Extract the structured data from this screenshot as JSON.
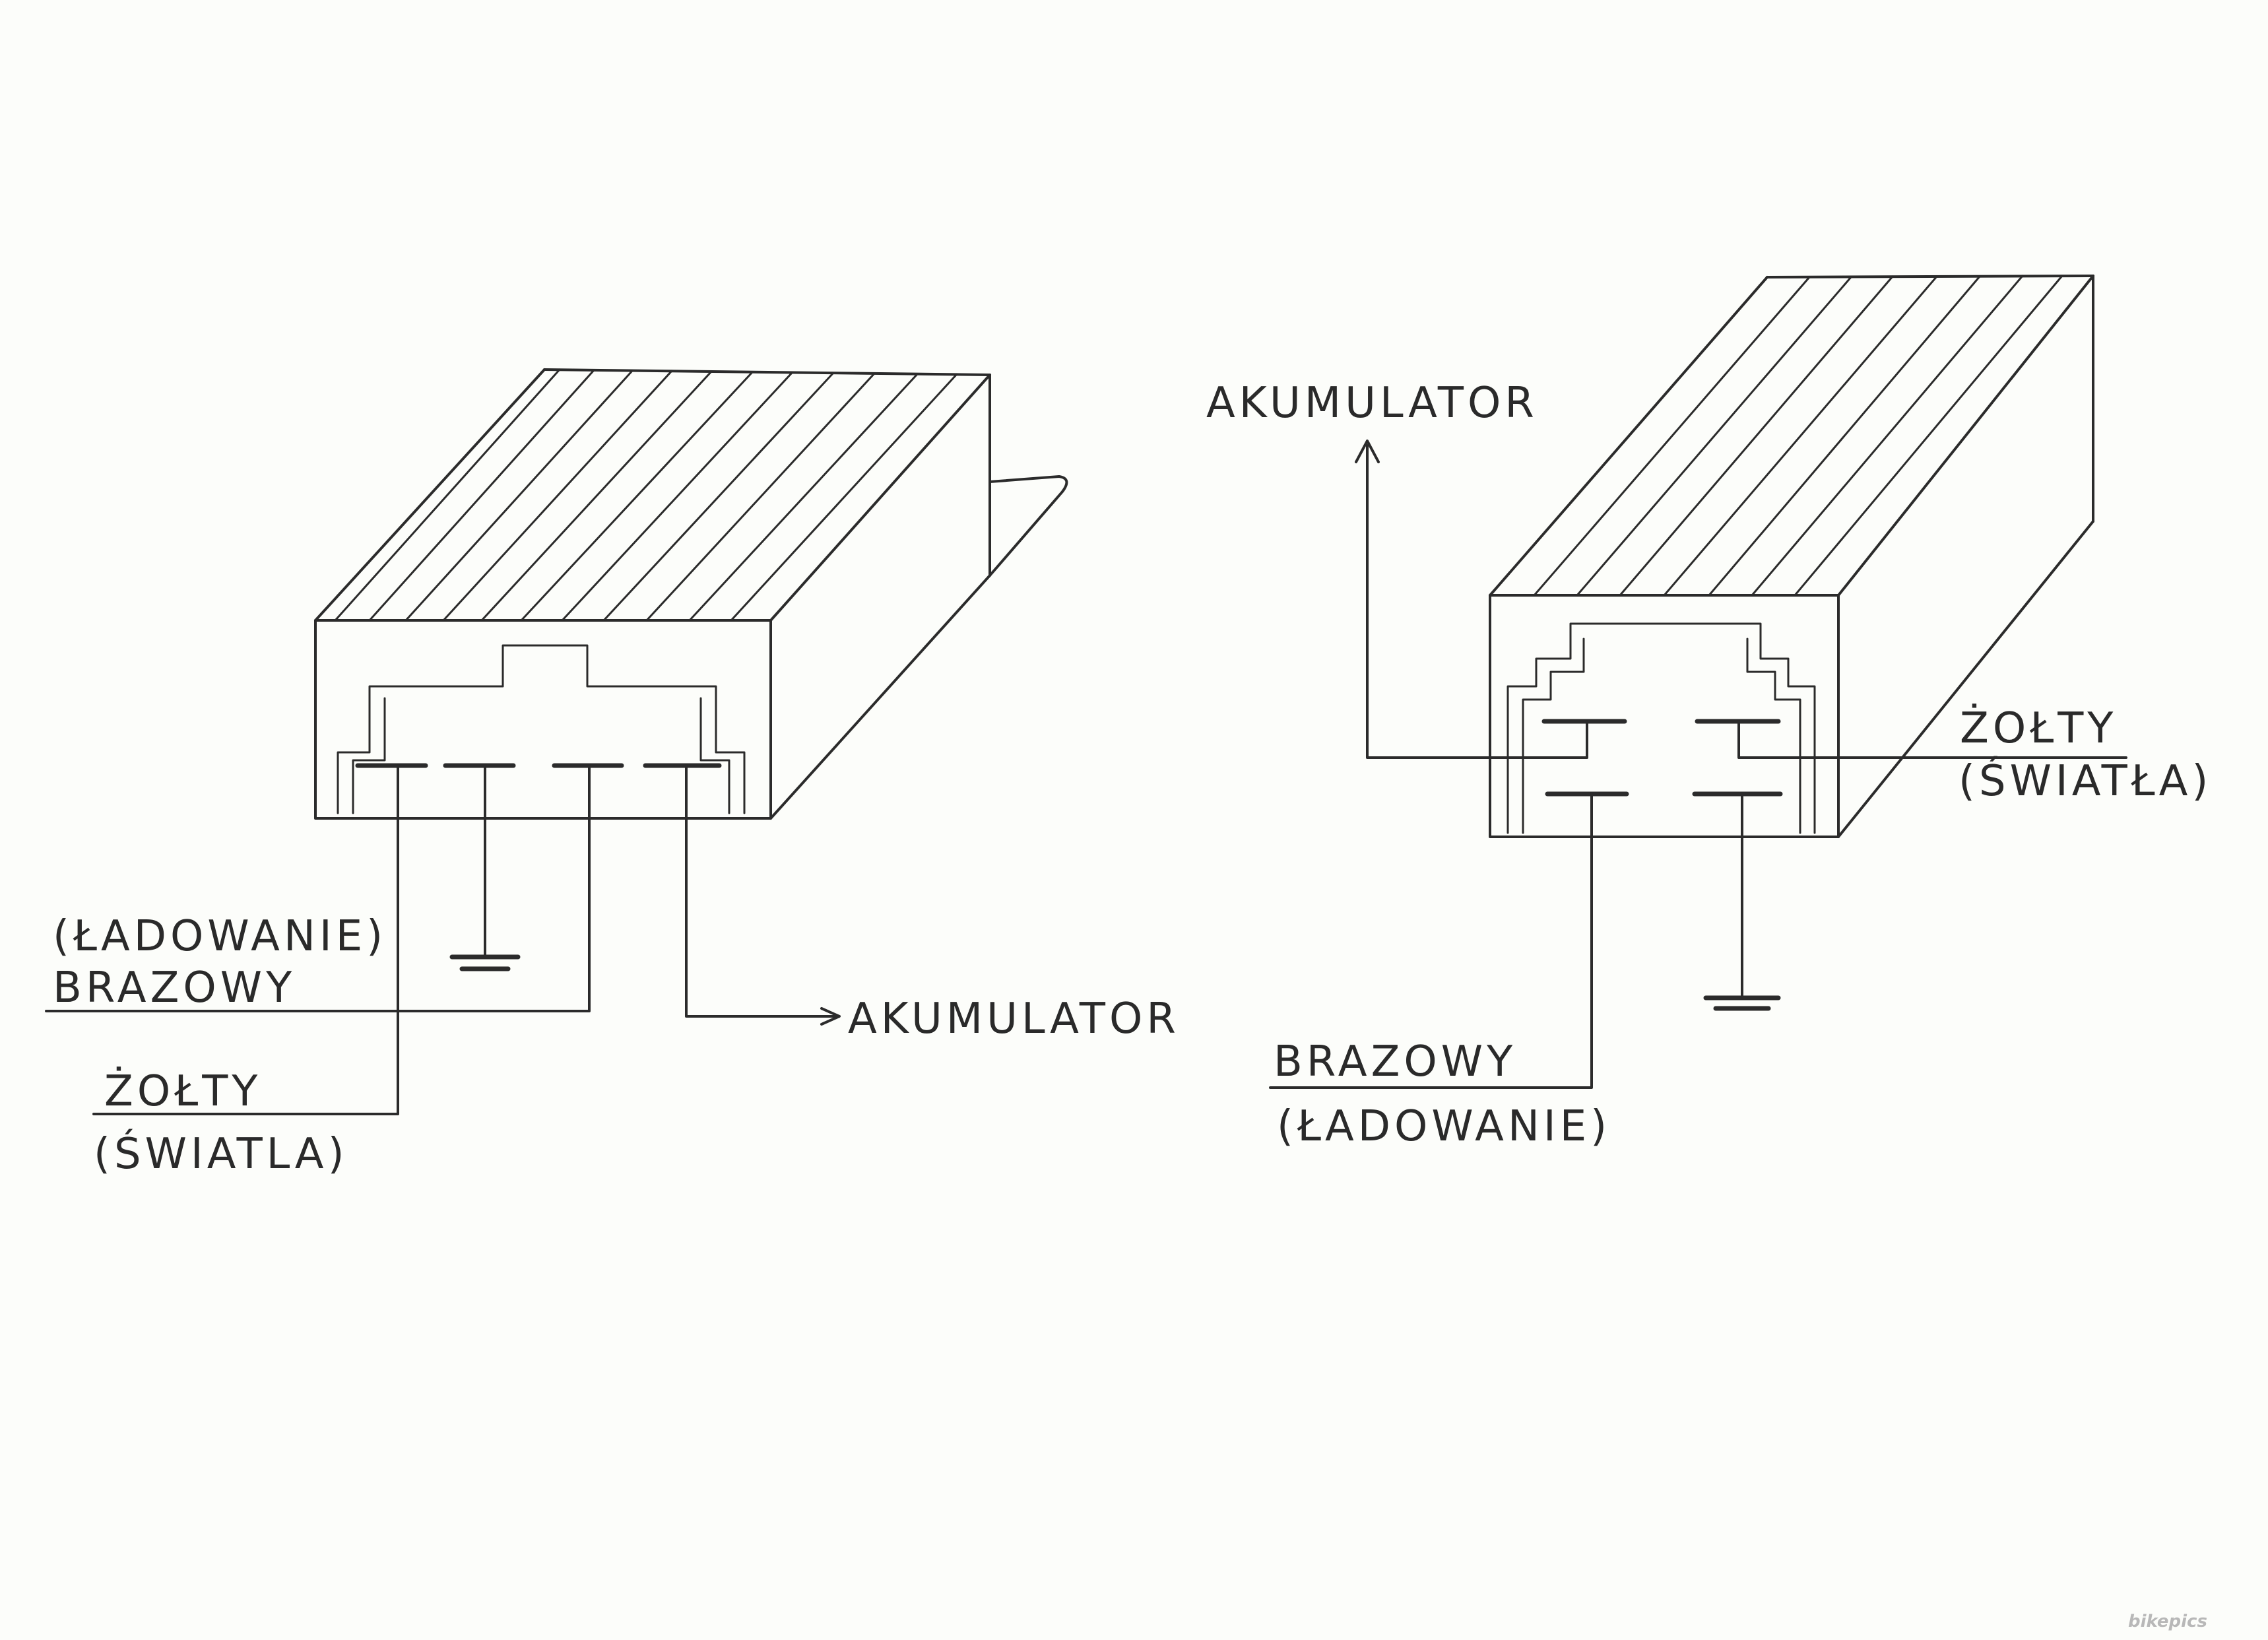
{
  "diagram_left": {
    "label_ladowanie": "(ŁADOWANIE)",
    "label_brazowy": "BRAZOWY",
    "label_zolty": "ŻOŁTY",
    "label_swiatla": "(ŚWIATLA)",
    "label_akumulator": "AKUMULATOR"
  },
  "diagram_right": {
    "label_akumulator": "AKUMULATOR",
    "label_zolty": "ŻOŁTY",
    "label_swiatla": "(ŚWIATŁA)",
    "label_brazowy": "BRAZOWY",
    "label_ladowanie": "(ŁADOWANIE)"
  },
  "watermark": "bikepics"
}
